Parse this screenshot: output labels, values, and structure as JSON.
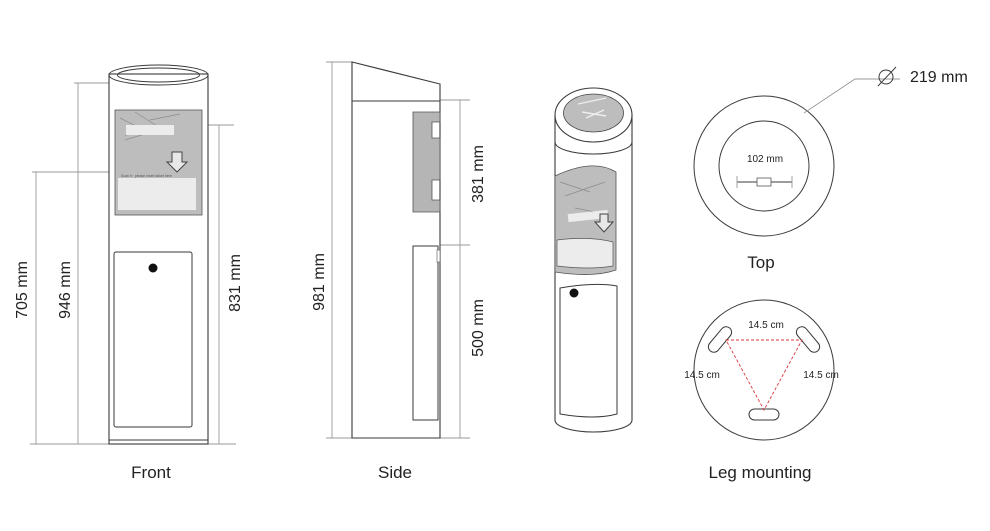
{
  "views": {
    "front": {
      "label": "Front",
      "dims": {
        "total_height": "946 mm",
        "screen_height": "705 mm",
        "panel_height": "831 mm"
      }
    },
    "side": {
      "label": "Side",
      "dims": {
        "total_height": "981 mm",
        "upper_section": "381 mm",
        "lower_section": "500 mm"
      }
    },
    "top": {
      "label": "Top",
      "diameter": "219 mm",
      "inner_width": "102 mm"
    },
    "legs": {
      "label": "Leg mounting",
      "spacing_top": "14.5 cm",
      "spacing_left": "14.5 cm",
      "spacing_right": "14.5 cm"
    }
  },
  "colors": {
    "line": "#3a3a3a",
    "dimension": "#999999",
    "panel": "#b5b5b5",
    "accent": "#d9343a"
  }
}
